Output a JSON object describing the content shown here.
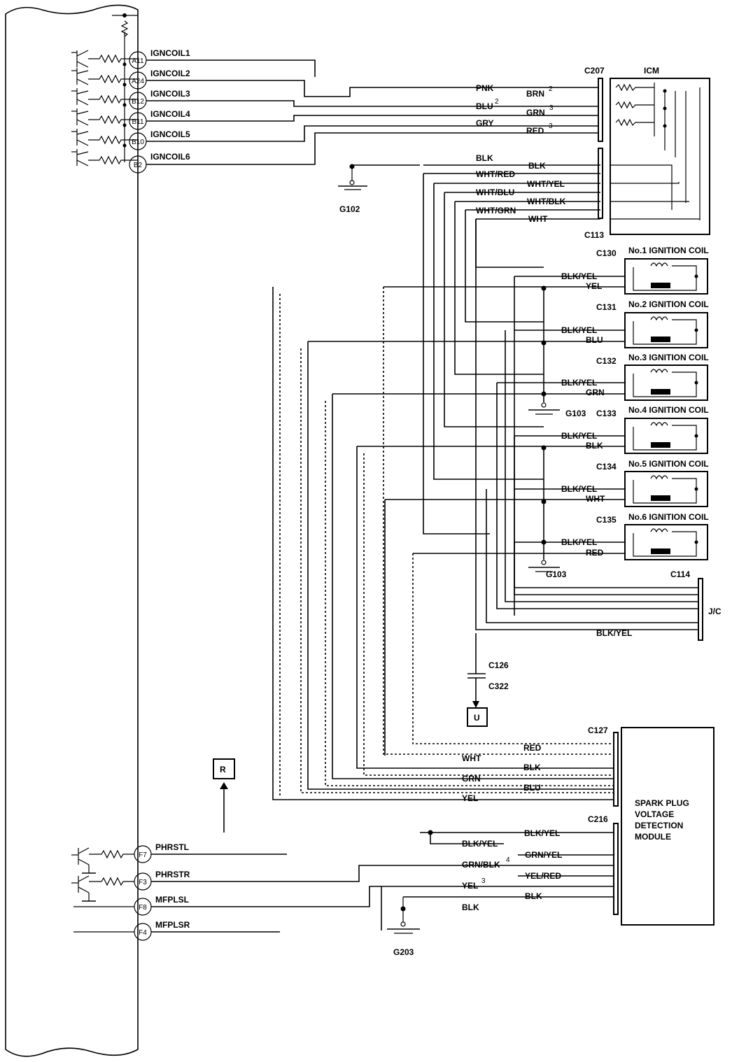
{
  "ecm": {
    "pins": [
      {
        "pin": "A11",
        "signal": "IGNCOIL1"
      },
      {
        "pin": "A24",
        "signal": "IGNCOIL2"
      },
      {
        "pin": "B12",
        "signal": "IGNCOIL3"
      },
      {
        "pin": "B11",
        "signal": "IGNCOIL4"
      },
      {
        "pin": "B10",
        "signal": "IGNCOIL5"
      },
      {
        "pin": "B2",
        "signal": "IGNCOIL6"
      },
      {
        "pin": "F7",
        "signal": "PHRSTL"
      },
      {
        "pin": "F3",
        "signal": "PHRSTR"
      },
      {
        "pin": "F8",
        "signal": "MFPLSL"
      },
      {
        "pin": "F4",
        "signal": "MFPLSR"
      }
    ]
  },
  "icm": {
    "title": "ICM",
    "connector_top": "C207",
    "connector_bottom": "C113",
    "top_wires": [
      {
        "left": "PNK",
        "right": "BRN",
        "sup": "2"
      },
      {
        "left": "BLU",
        "left_sup": "2",
        "right": "GRN",
        "sup": "3"
      },
      {
        "left": "GRY",
        "right": "RED",
        "sup": "3"
      }
    ],
    "bottom_wires": [
      {
        "left": "BLK",
        "right": "BLK"
      },
      {
        "left": "WHT/RED",
        "right": "WHT/YEL"
      },
      {
        "left": "WHT/BLU",
        "right": "WHT/BLK"
      },
      {
        "left": "WHT/GRN",
        "right": "WHT"
      }
    ]
  },
  "grounds": {
    "g102": "G102",
    "g103a": "G103",
    "g103b": "G103",
    "g203": "G203"
  },
  "coils": [
    {
      "connector": "C130",
      "title": "No.1 IGNITION COIL",
      "w1": "BLK/YEL",
      "w2": "YEL"
    },
    {
      "connector": "C131",
      "title": "No.2 IGNITION COIL",
      "w1": "BLK/YEL",
      "w2": "BLU"
    },
    {
      "connector": "C132",
      "title": "No.3 IGNITION COIL",
      "w1": "BLK/YEL",
      "w2": "GRN"
    },
    {
      "connector": "C133",
      "title": "No.4 IGNITION COIL",
      "w1": "BLK/YEL",
      "w2": "BLK"
    },
    {
      "connector": "C134",
      "title": "No.5 IGNITION COIL",
      "w1": "BLK/YEL",
      "w2": "WHT"
    },
    {
      "connector": "C135",
      "title": "No.6 IGNITION COIL",
      "w1": "BLK/YEL",
      "w2": "RED"
    }
  ],
  "jc": {
    "connector": "C114",
    "label": "J/C",
    "wire": "BLK/YEL"
  },
  "ucon": {
    "c1": "C126",
    "c2": "C322",
    "label": "U"
  },
  "rcon": {
    "label": "R"
  },
  "module": {
    "title_lines": [
      "SPARK PLUG",
      "VOLTAGE",
      "DETECTION",
      "MODULE"
    ],
    "c127": "C127",
    "c216": "C216",
    "c127_wires": [
      {
        "right": "RED"
      },
      {
        "left": "WHT",
        "right": "BLK"
      },
      {
        "left": "GRN",
        "right": "BLU"
      },
      {
        "left": "YEL"
      }
    ],
    "c216_wires": [
      {
        "label": "BLK/YEL"
      },
      {
        "label": "BLK/YEL"
      },
      {
        "label": "GRN/YEL"
      },
      {
        "label": "GRN/BLK",
        "sup": "4"
      },
      {
        "label": "YEL/RED"
      },
      {
        "label": "YEL",
        "sup": "3"
      },
      {
        "label": "BLK"
      },
      {
        "label": "BLK"
      }
    ]
  }
}
